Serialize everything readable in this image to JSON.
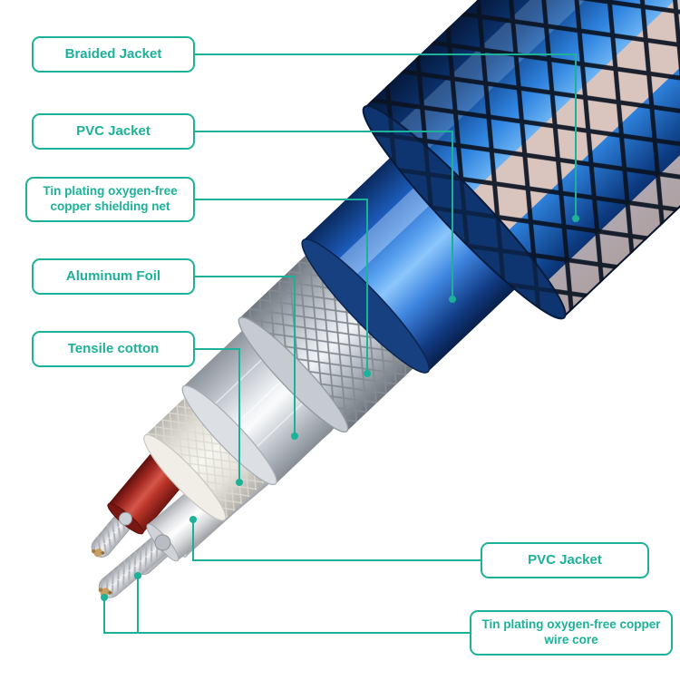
{
  "title": "Cable construction cutaway diagram",
  "colors": {
    "accent": "#1cb198",
    "cable_blue": "#2f84e0",
    "mesh_navy": "#0d2f66",
    "stripe_tan": "#d9c4be",
    "wire_red": "#c0392e",
    "foil_silver": "#dfe3e8",
    "cotton_white": "#f7f6f0"
  },
  "labels": {
    "braided_jacket": "Braided Jacket",
    "pvc_jacket": "PVC Jacket",
    "shielding_net": "Tin plating oxygen-free copper shielding net",
    "aluminum_foil": "Aluminum Foil",
    "tensile_cotton": "Tensile cotton",
    "pvc_jacket_right": "PVC Jacket",
    "wire_core": "Tin plating oxygen-free copper wire core"
  },
  "diagram": {
    "type": "cable-cutaway",
    "layers_outer_to_inner": [
      "Braided Jacket",
      "PVC Jacket",
      "Tin plating oxygen-free copper shielding net",
      "Aluminum Foil",
      "Tensile cotton",
      "PVC Jacket",
      "Tin plating oxygen-free copper wire core"
    ]
  }
}
